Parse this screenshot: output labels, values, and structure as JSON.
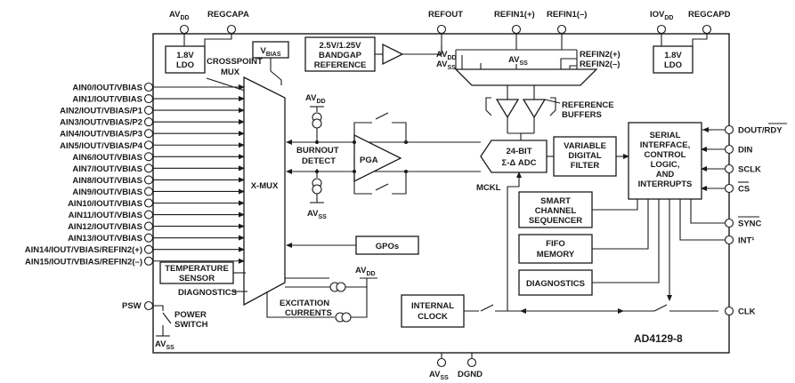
{
  "part_number": "AD4129-8",
  "supply_pins": {
    "avdd_top": "AVDD",
    "regcapa": "REGCAPA",
    "refout": "REFOUT",
    "refin1_plus": "REFIN1(+)",
    "refin1_minus": "REFIN1(–)",
    "iovdd": "IOVDD",
    "regcapd": "REGCAPD",
    "avss_bottom": "AVSS",
    "dgnd": "DGND"
  },
  "left_pins": [
    "AIN0/IOUT/VBIAS",
    "AIN1/IOUT/VBIAS",
    "AIN2/IOUT/VBIAS/P1",
    "AIN3/IOUT/VBIAS/P2",
    "AIN4/IOUT/VBIAS/P3",
    "AIN5/IOUT/VBIAS/P4",
    "AIN6/IOUT/VBIAS",
    "AIN7/IOUT/VBIAS",
    "AIN8/IOUT/VBIAS",
    "AIN9/IOUT/VBIAS",
    "AIN10/IOUT/VBIAS",
    "AIN11/IOUT/VBIAS",
    "AIN12/IOUT/VBIAS",
    "AIN13/IOUT/VBIAS",
    "AIN14/IOUT/VBIAS/REFIN2(+)",
    "AIN15/IOUT/VBIAS/REFIN2(–)"
  ],
  "psw_pin": "PSW",
  "right_pins": [
    "DOUT/RDY",
    "DIN",
    "SCLK",
    "CS",
    "SYNC",
    "INT¹",
    "CLK"
  ],
  "blocks": {
    "ldo_a": "1.8V LDO",
    "ldo_d": "1.8V LDO",
    "vbias": "VBIAS",
    "bandgap": [
      "2.5V/1.25V",
      "BANDGAP",
      "REFERENCE"
    ],
    "xmux": "X-MUX",
    "crosspoint_mux": [
      "CROSSPOINT",
      "MUX"
    ],
    "burnout_detect": [
      "BURNOUT",
      "DETECT"
    ],
    "pga": "PGA",
    "adc": [
      "24-BIT",
      "Σ-Δ ADC"
    ],
    "digital_filter": [
      "VARIABLE",
      "DIGITAL",
      "FILTER"
    ],
    "serial_interface": [
      "SERIAL",
      "INTERFACE,",
      "CONTROL",
      "LOGIC,",
      "AND",
      "INTERRUPTS"
    ],
    "reference_buffers": [
      "REFERENCE",
      "BUFFERS"
    ],
    "sequencer": [
      "SMART",
      "CHANNEL",
      "SEQUENCER"
    ],
    "fifo": [
      "FIFO",
      "MEMORY"
    ],
    "diagnostics_block": "DIAGNOSTICS",
    "gpos": "GPOs",
    "temperature_sensor": [
      "TEMPERATURE",
      "SENSOR"
    ],
    "diagnostics_label": "DIAGNOSTICS",
    "excitation_currents": [
      "EXCITATION",
      "CURRENTS"
    ],
    "internal_clock": [
      "INTERNAL",
      "CLOCK"
    ],
    "power_switch": [
      "POWER",
      "SWITCH"
    ],
    "mckl": "MCKL"
  },
  "internal_labels": {
    "avdd_burnout": "AVDD",
    "avss_burnout": "AVSS",
    "avdd_mux": "AVDD",
    "avss_mux": "AVSS",
    "avss_ref": "AVSS",
    "refin2_plus": "REFIN2(+)",
    "refin2_minus": "REFIN2(–)",
    "avdd_excitation": "AVDD",
    "avss_psw": "AVSS"
  }
}
